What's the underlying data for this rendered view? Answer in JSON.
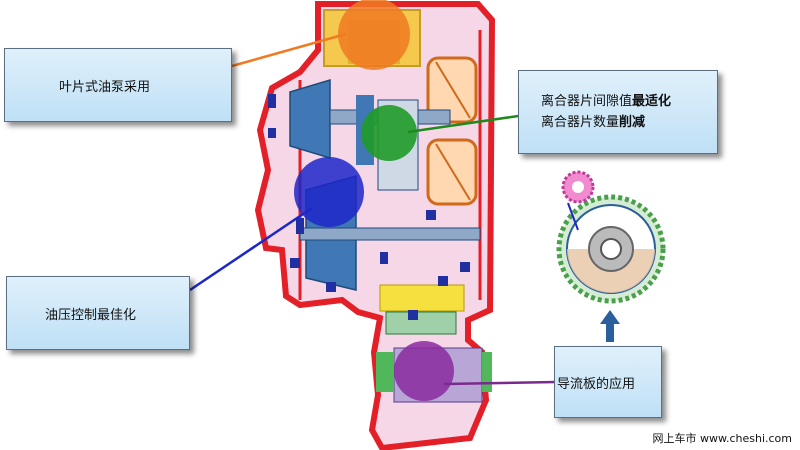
{
  "callouts": {
    "vane_pump": "叶片式油泵采用",
    "clutch_line1_normal": "离合器片间隙值",
    "clutch_line1_bold": "最适化",
    "clutch_line2_normal": "离合器片数量",
    "clutch_line2_bold": "削减",
    "oil_pressure": "油压控制最佳化",
    "guide_plate": "导流板的应用"
  },
  "footer": {
    "watermark": "网上车市 www.cheshi.com"
  },
  "colors": {
    "leader_orange": "#f07a22",
    "leader_green": "#1e8a1e",
    "leader_blue": "#1d27c9",
    "leader_purple": "#7a2a8e",
    "housing_red": "#e32028",
    "housing_fill": "#f6d7e8",
    "shaft_blue": "#3f78b5",
    "arrow_blue": "#2b5e9c"
  },
  "icons": [
    "up-arrow-icon",
    "gear-icon"
  ]
}
